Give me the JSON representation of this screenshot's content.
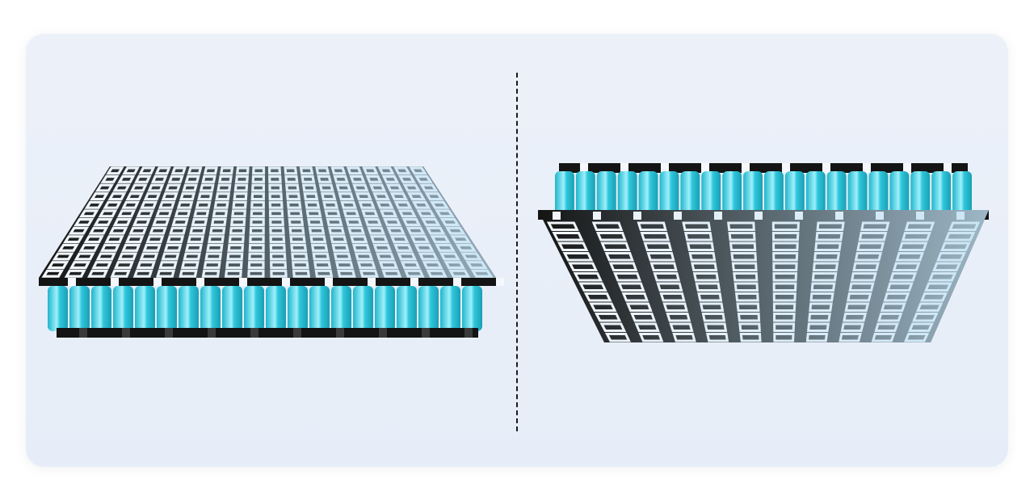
{
  "colors": {
    "background": "#e9eff9",
    "cell": "#2fc7dc",
    "cell_highlight": "#9ff0fb",
    "holder_black": "#141414",
    "holder_white": "#f4f7fb",
    "holder_blue_tint": "#bfe0f3",
    "divider": "#1a1a1a"
  },
  "left_pack": {
    "orientation": "flat",
    "visible_cells_front_row": 20
  },
  "right_pack": {
    "orientation": "upright",
    "visible_cells_top_row": 20
  }
}
